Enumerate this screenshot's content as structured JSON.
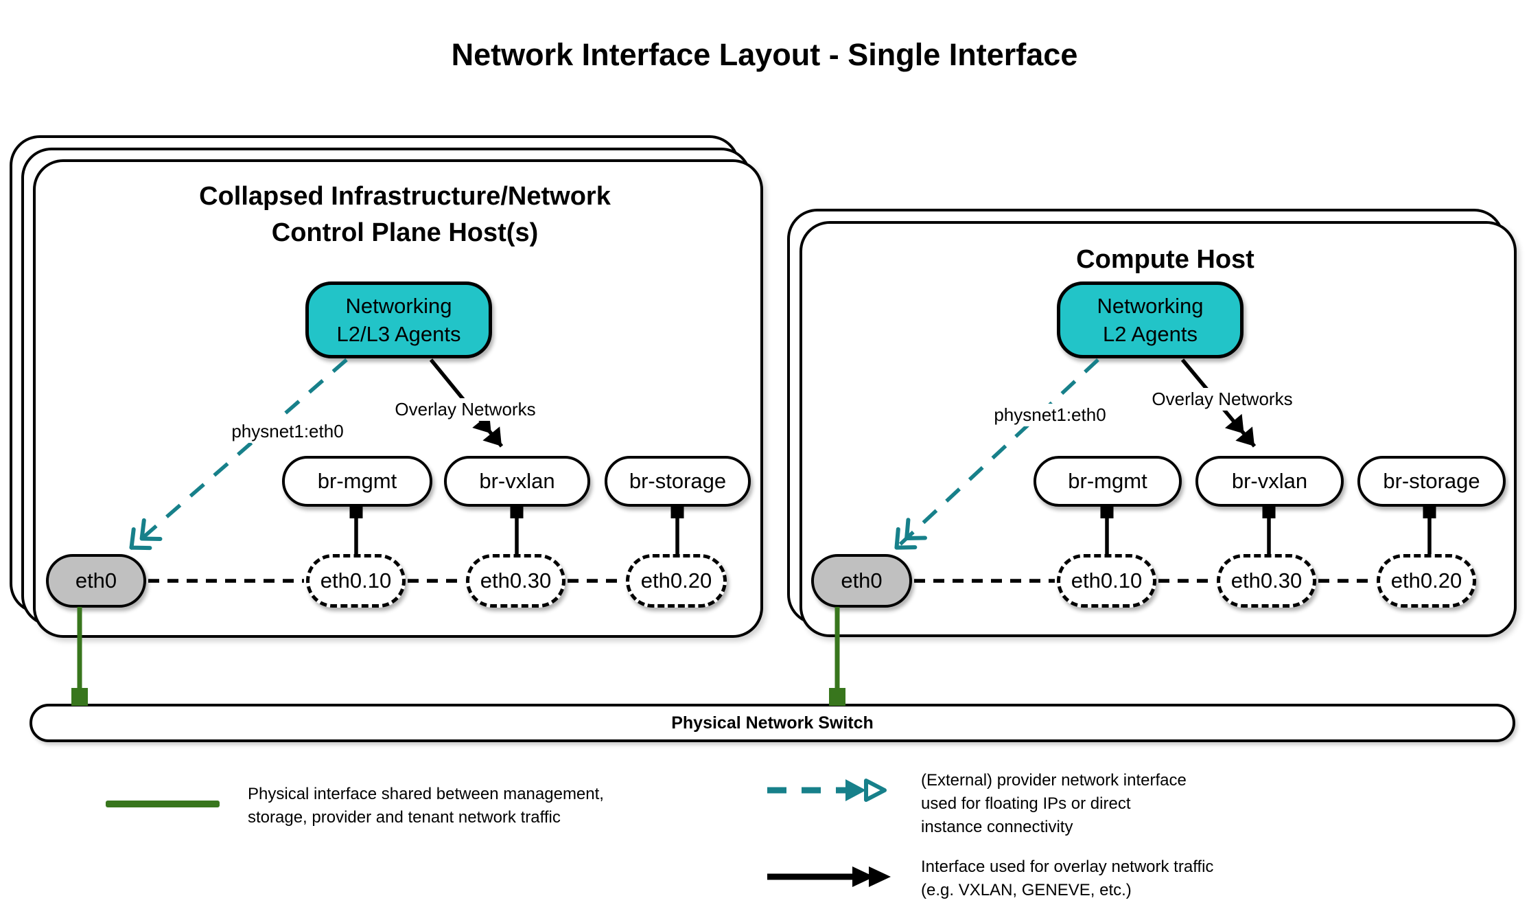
{
  "title": "Network Interface Layout - Single Interface",
  "hosts": {
    "control": {
      "title_line1": "Collapsed Infrastructure/Network",
      "title_line2": "Control Plane Host(s)",
      "agent_label": "Networking\nL2/L3 Agents",
      "provider_label": "physnet1:eth0",
      "overlay_label": "Overlay Networks",
      "bridges": [
        "br-mgmt",
        "br-vxlan",
        "br-storage"
      ],
      "vlans": [
        "eth0.10",
        "eth0.30",
        "eth0.20"
      ],
      "physical_interface": "eth0"
    },
    "compute": {
      "title": "Compute Host",
      "agent_label": "Networking\nL2 Agents",
      "provider_label": "physnet1:eth0",
      "overlay_label": "Overlay Networks",
      "bridges": [
        "br-mgmt",
        "br-vxlan",
        "br-storage"
      ],
      "vlans": [
        "eth0.10",
        "eth0.30",
        "eth0.20"
      ],
      "physical_interface": "eth0"
    }
  },
  "switch_bar": {
    "label": "Physical Network Switch"
  },
  "legend": {
    "physical": "Physical interface shared between management,\nstorage, provider and tenant network traffic",
    "provider": "(External) provider network interface\nused for floating IPs or direct\ninstance connectivity",
    "overlay": "Interface used for overlay network traffic\n(e.g. VXLAN, GENEVE, etc.)"
  },
  "colors": {
    "agent_fill": "#22c4c8",
    "provider_arrow": "#17808a",
    "physical_link": "#38761d",
    "physical_interface_fill": "#c0c0c0",
    "line": "#000000"
  }
}
